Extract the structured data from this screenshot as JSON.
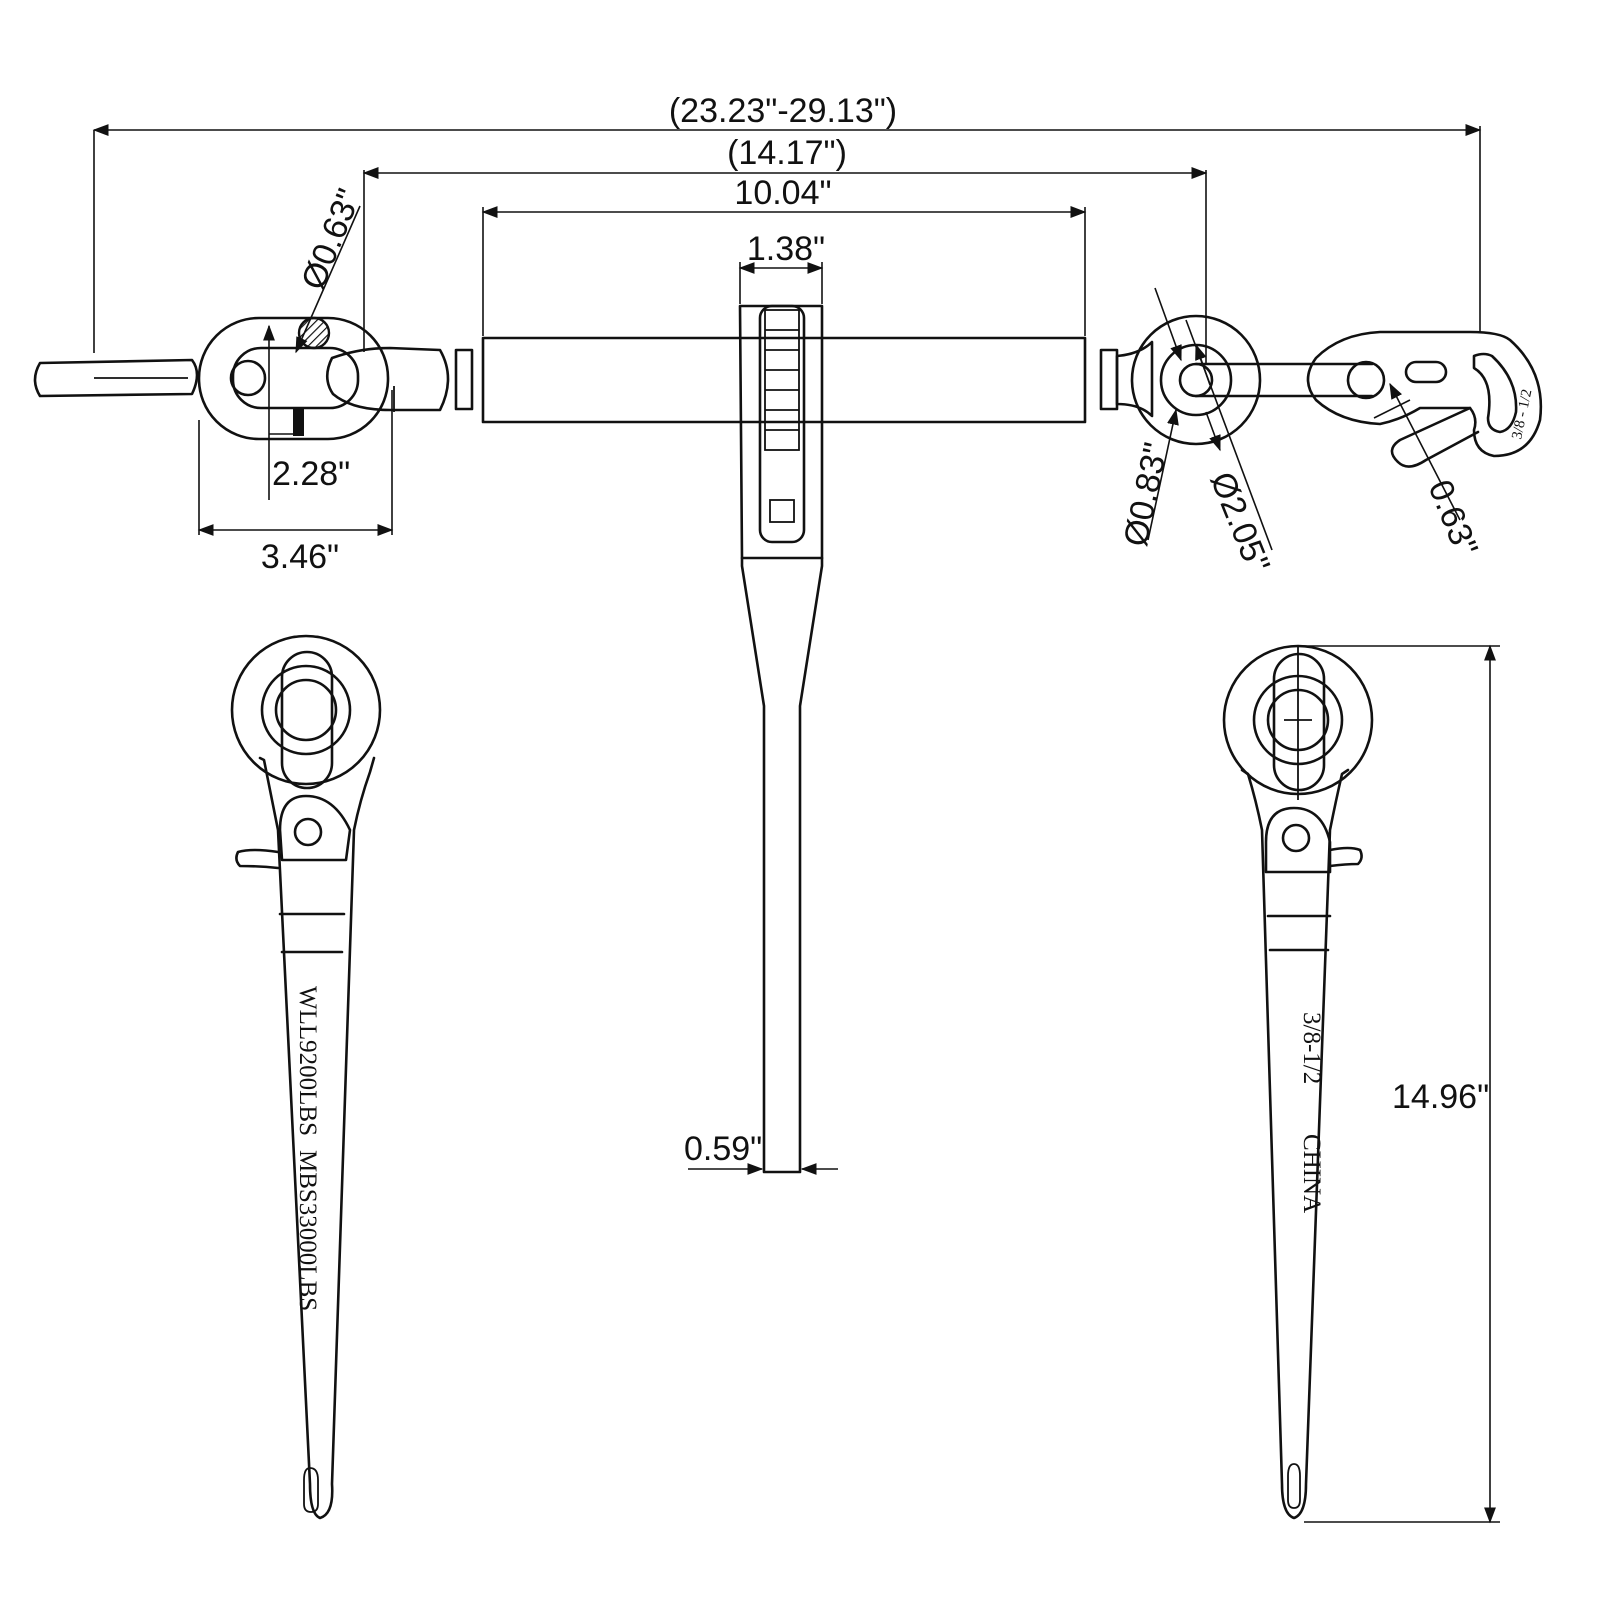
{
  "dimensions": {
    "overall_length": "(23.23\"-29.13\")",
    "closed_length": "(14.17\")",
    "barrel_length": "10.04\"",
    "gear_width": "1.38\"",
    "left_pin_dia": "Ø0.63\"",
    "left_link_height": "2.28\"",
    "left_link_width": "3.46\"",
    "right_pin_dia": "Ø0.83\"",
    "right_eye_dia": "Ø2.05\"",
    "hook_slot": "0.63\"",
    "handle_end_width": "0.59\"",
    "handle_length": "14.96\""
  },
  "markings": {
    "left_handle_line1": "WLL9200LBS",
    "left_handle_line2": "MBS33000LBS",
    "right_handle_line1": "3/8-1/2",
    "right_handle_line2": "CHINA",
    "hook_size": "3/8 - 1/2"
  },
  "colors": {
    "line": "#111111",
    "background": "#ffffff"
  },
  "icons": [
    "arrow-head-icon",
    "hatched-pin-icon",
    "centerline-cross-icon"
  ]
}
